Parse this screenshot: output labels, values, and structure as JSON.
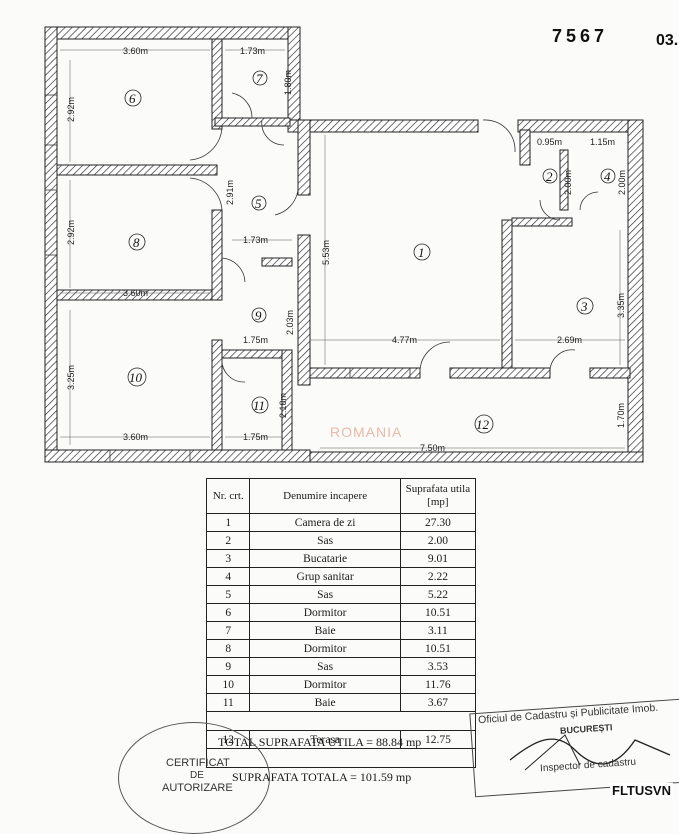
{
  "header": {
    "doc_number": "7567",
    "doc_suffix": "03."
  },
  "plan": {
    "dimensions": [
      "3.60m",
      "1.73m",
      "1.80m",
      "2.92m",
      "2.91m",
      "1.73m",
      "2.92m",
      "3.60m",
      "2.03m",
      "1.75m",
      "3.25m",
      "2.10m",
      "3.60m",
      "1.75m",
      "5.53m",
      "4.77m",
      "0.95m",
      "1.15m",
      "2.00m",
      "2.00m",
      "3.35m",
      "2.69m",
      "1.70m",
      "7.50m"
    ],
    "room_numbers": [
      "1",
      "2",
      "3",
      "4",
      "5",
      "6",
      "7",
      "8",
      "9",
      "10",
      "11",
      "12"
    ],
    "watermark": "ROMANIA"
  },
  "table": {
    "headers": {
      "nr": "Nr. crt.",
      "name": "Denumire incapere",
      "area": "Suprafata utila [mp]"
    },
    "rows": [
      {
        "nr": "1",
        "name": "Camera de zi",
        "area": "27.30"
      },
      {
        "nr": "2",
        "name": "Sas",
        "area": "2.00"
      },
      {
        "nr": "3",
        "name": "Bucatarie",
        "area": "9.01"
      },
      {
        "nr": "4",
        "name": "Grup sanitar",
        "area": "2.22"
      },
      {
        "nr": "5",
        "name": "Sas",
        "area": "5.22"
      },
      {
        "nr": "6",
        "name": "Dormitor",
        "area": "10.51"
      },
      {
        "nr": "7",
        "name": "Baie",
        "area": "3.11"
      },
      {
        "nr": "8",
        "name": "Dormitor",
        "area": "10.51"
      },
      {
        "nr": "9",
        "name": "Sas",
        "area": "3.53"
      },
      {
        "nr": "10",
        "name": "Dormitor",
        "area": "11.76"
      },
      {
        "nr": "11",
        "name": "Baie",
        "area": "3.67"
      },
      {
        "nr": "12",
        "name": "Terasa",
        "area": "12.75"
      }
    ],
    "total_useful": "TOTAL SUPRAFATA UTILA = 88.84 mp",
    "total": "SUPRAFATA TOTALA = 101.59 mp"
  },
  "stamps": {
    "left_line1": "CERTIFICAT",
    "left_line2": "DE",
    "left_line3": "AUTORIZARE",
    "right_line1": "Oficiul de Cadastru și Publicitate Imob.",
    "right_line2": "BUCUREȘTI",
    "right_line3": "Inspector de cadastru"
  },
  "logo": "FLTUSVN"
}
